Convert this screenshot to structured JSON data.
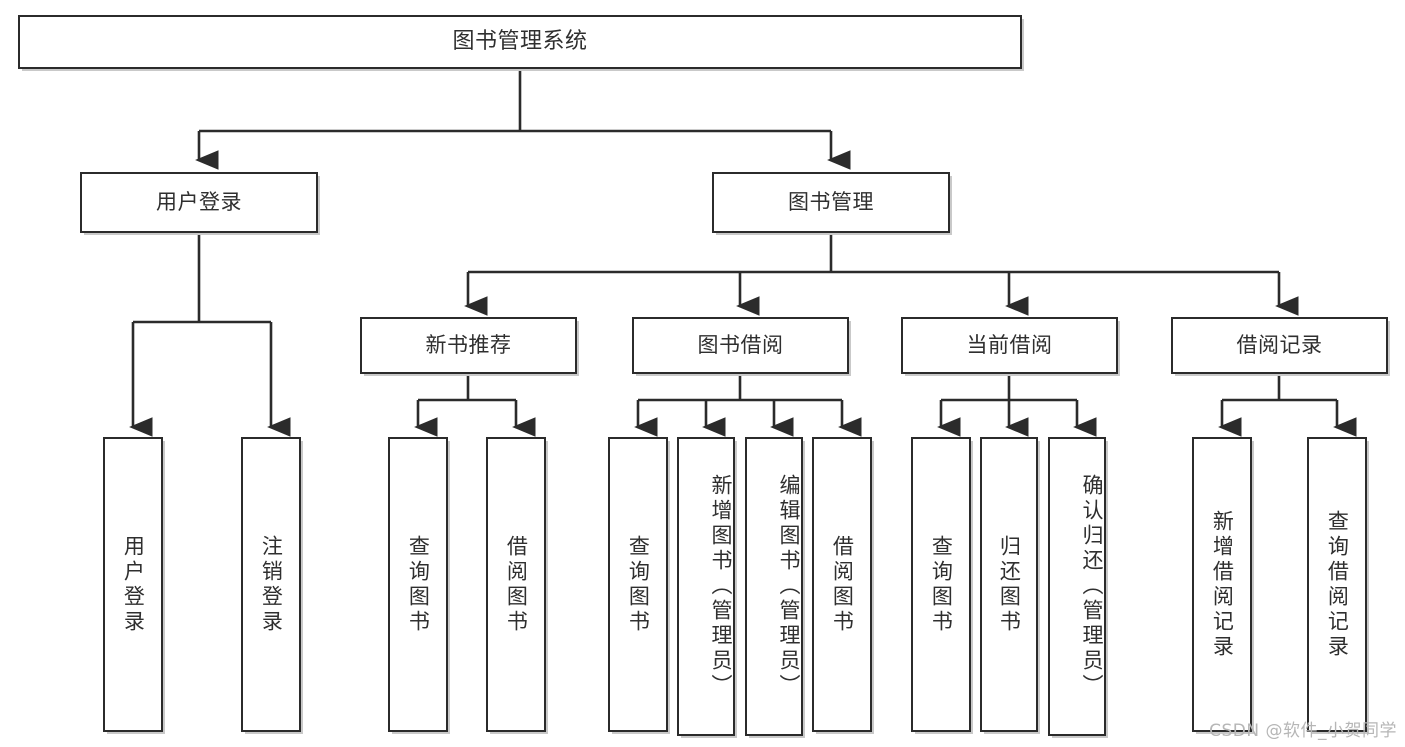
{
  "diagram": {
    "type": "tree-hierarchy-chart",
    "title": "图书管理系统",
    "background_color": "#ffffff",
    "line_color": "#2b2b2b",
    "box_border_color": "#2b2b2b",
    "box_fill_color": "#ffffff",
    "text_color": "#2f2f2f"
  },
  "nodes": {
    "root": {
      "label": "图书管理系统"
    },
    "level2": [
      {
        "id": "user-login",
        "label": "用户登录"
      },
      {
        "id": "book-manage",
        "label": "图书管理"
      }
    ],
    "level3": [
      {
        "id": "new-book-recommend",
        "label": "新书推荐"
      },
      {
        "id": "book-borrow",
        "label": "图书借阅"
      },
      {
        "id": "current-borrow",
        "label": "当前借阅"
      },
      {
        "id": "borrow-record",
        "label": "借阅记录"
      }
    ],
    "leaves": {
      "user_login": [
        {
          "id": "leaf-user-login",
          "label": "用户登录"
        },
        {
          "id": "leaf-logout-login",
          "label": "注销登录"
        }
      ],
      "new_book_recommend": [
        {
          "id": "leaf-query-book-1",
          "label": "查询图书"
        },
        {
          "id": "leaf-borrow-book-1",
          "label": "借阅图书"
        }
      ],
      "book_borrow": [
        {
          "id": "leaf-query-book-2",
          "label": "查询图书"
        },
        {
          "id": "leaf-add-book-admin",
          "label": "新增图书（管理员）"
        },
        {
          "id": "leaf-edit-book-admin",
          "label": "编辑图书（管理员）"
        },
        {
          "id": "leaf-borrow-book-2",
          "label": "借阅图书"
        }
      ],
      "current_borrow": [
        {
          "id": "leaf-query-book-3",
          "label": "查询图书"
        },
        {
          "id": "leaf-return-book",
          "label": "归还图书"
        },
        {
          "id": "leaf-confirm-return-admin",
          "label": "确认归还（管理员）"
        }
      ],
      "borrow_record": [
        {
          "id": "leaf-add-borrow-record",
          "label": "新增借阅记录"
        },
        {
          "id": "leaf-query-borrow-record",
          "label": "查询借阅记录"
        }
      ]
    }
  },
  "watermark": {
    "text": "CSDN @软件_小贺同学"
  }
}
